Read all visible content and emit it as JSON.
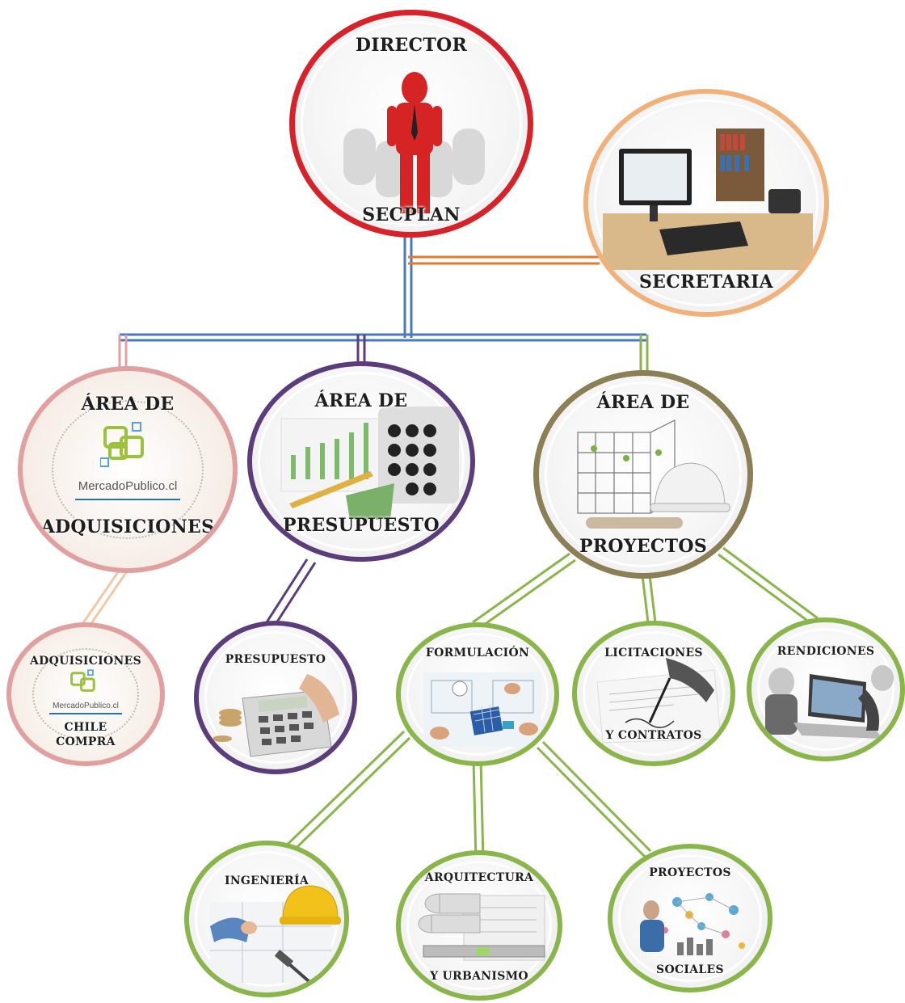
{
  "title": "Organigrama SECPLAN",
  "colors": {
    "red": "#d8222a",
    "orange": "#f0b27a",
    "pink": "#e0a0a0",
    "purple": "#5a3d7a",
    "olive": "#8a7f55",
    "green": "#8ab54a",
    "blue": "#4a78c0"
  },
  "nodes": {
    "director": {
      "top": "DIRECTOR",
      "bottom": "SECPLAN"
    },
    "secretaria": {
      "bottom": "SECRETARIA"
    },
    "adquisiciones": {
      "top": "ÁREA DE",
      "bottom": "ADQUISICIONES",
      "logo": "MercadoPublico.cl"
    },
    "presupuesto": {
      "top": "ÁREA DE",
      "bottom": "PRESUPUESTO"
    },
    "proyectos": {
      "top": "ÁREA DE",
      "bottom": "PROYECTOS"
    },
    "chile_compra": {
      "top": "ADQUISICIONES",
      "bottom_line1": "CHILE",
      "bottom_line2": "COMPRA",
      "logo": "MercadoPublico.cl"
    },
    "presupuesto_sub": {
      "top": "PRESUPUESTO"
    },
    "formulacion": {
      "top": "FORMULACIÓN"
    },
    "licitaciones": {
      "top": "LICITACIONES",
      "bottom": "Y CONTRATOS"
    },
    "rendiciones": {
      "top": "RENDICIONES"
    },
    "ingenieria": {
      "top": "INGENIERÍA"
    },
    "arquitectura": {
      "top": "ARQUITECTURA",
      "bottom": "Y URBANISMO"
    },
    "proyectos_sociales": {
      "top": "PROYECTOS",
      "bottom": "SOCIALES"
    }
  }
}
